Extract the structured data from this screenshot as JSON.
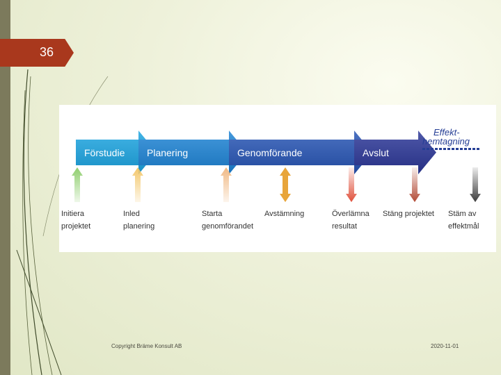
{
  "slide": {
    "number": "36"
  },
  "diagram": {
    "stages": [
      {
        "label": "Förstudie",
        "color": "#1aa3e0"
      },
      {
        "label": "Planering",
        "color": "#1b82d4"
      },
      {
        "label": "Genomförande",
        "color": "#2553b3"
      },
      {
        "label": "Avslut",
        "color": "#2a3596"
      }
    ],
    "effect": {
      "line1": "Effekt-",
      "line2": "hemtagning",
      "color": "#253e95"
    },
    "milestones": [
      {
        "line1": "Initiera",
        "line2": "projektet",
        "color": "#8fce6e",
        "direction": "up"
      },
      {
        "line1": "Inled",
        "line2": "planering",
        "color": "#f3c76b",
        "direction": "up"
      },
      {
        "line1": "Starta",
        "line2": "genomförandet",
        "color": "#f0b984",
        "direction": "up"
      },
      {
        "line1": "Avstämning",
        "line2": "",
        "color": "#e8a53a",
        "direction": "both"
      },
      {
        "line1": "Överlämna",
        "line2": "resultat",
        "color": "#e0503b",
        "direction": "down"
      },
      {
        "line1": "Stäng projektet",
        "line2": "",
        "color": "#b24a35",
        "direction": "down"
      },
      {
        "line1": "Stäm av",
        "line2": "effektmål",
        "color": "#3b3b3b",
        "direction": "down"
      }
    ]
  },
  "footer": {
    "copyright": "Copyright Bräme Konsult AB",
    "date": "2020-11-01"
  }
}
